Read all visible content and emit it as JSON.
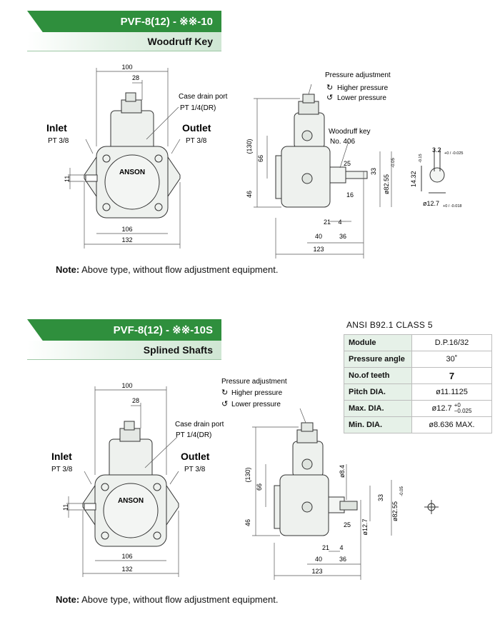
{
  "section1": {
    "model": "PVF-8(12) - ※※-10",
    "subtitle": "Woodruff Key",
    "note_label": "Note:",
    "note_text": "Above type, without flow adjustment equipment.",
    "labels": {
      "inlet": "Inlet",
      "inlet_port": "PT 3/8",
      "outlet": "Outlet",
      "outlet_port": "PT 3/8",
      "case_drain": "Case drain port",
      "case_drain_port": "PT 1/4(DR)",
      "brand": "ANSON",
      "pressure_adjustment": "Pressure adjustment",
      "higher_pressure": "Higher pressure",
      "lower_pressure": "Lower pressure",
      "woodruff_key": "Woodruff key",
      "woodruff_no": "No. 406"
    },
    "dims": {
      "d100": "100",
      "d28": "28",
      "d11": "11",
      "d106": "106",
      "d132": "132",
      "d130": "(130)",
      "d66": "66",
      "d46": "46",
      "d25": "25",
      "d33": "33",
      "d16": "16",
      "d82": "ø82.55",
      "d82tol": "-0.05",
      "d21": "21",
      "d4": "4",
      "d40": "40",
      "d36": "36",
      "d123": "123",
      "d3_2": "3.2",
      "d3_2tol": "+0 / -0.025",
      "d14_32": "14.32",
      "d14_32tol": "-0.15",
      "d12_7": "ø12.7",
      "d12_7tol": "+0 / -0.018"
    }
  },
  "section2": {
    "model": "PVF-8(12) - ※※-10S",
    "subtitle": "Splined Shafts",
    "note_label": "Note:",
    "note_text": "Above type, without flow adjustment equipment.",
    "labels": {
      "inlet": "Inlet",
      "inlet_port": "PT 3/8",
      "outlet": "Outlet",
      "outlet_port": "PT 3/8",
      "case_drain": "Case drain port",
      "case_drain_port": "PT 1/4(DR)",
      "brand": "ANSON",
      "pressure_adjustment": "Pressure adjustment",
      "higher_pressure": "Higher pressure",
      "lower_pressure": "Lower pressure"
    },
    "dims": {
      "d100": "100",
      "d28": "28",
      "d11": "11",
      "d106": "106",
      "d132": "132",
      "d130": "(130)",
      "d66": "66",
      "d46": "46",
      "d8_4": "ø8.4",
      "d33": "33",
      "d25": "25",
      "d12_7": "ø12.7",
      "d82": "ø82.55",
      "d82tol": "-0.05",
      "d21": "21",
      "d4": "4",
      "d40": "40",
      "d36": "36",
      "d123": "123"
    },
    "spec": {
      "title": "ANSI B92.1 CLASS 5",
      "rows": [
        {
          "key": "Module",
          "value": "D.P.16/32"
        },
        {
          "key": "Pressure angle",
          "value": "30˚"
        },
        {
          "key": "No.of teeth",
          "value": "7"
        },
        {
          "key": "Pitch DIA.",
          "value": "ø11.1125"
        },
        {
          "key": "Max. DIA.",
          "value": "ø12.7",
          "tol_upper": "+0",
          "tol_lower": "−0.025"
        },
        {
          "key": "Min. DIA.",
          "value": "ø8.636 MAX."
        }
      ]
    }
  },
  "colors": {
    "accent_green": "#2f8f3d",
    "light_green": "#e6f1e8",
    "body_fill": "#eef1ee"
  }
}
